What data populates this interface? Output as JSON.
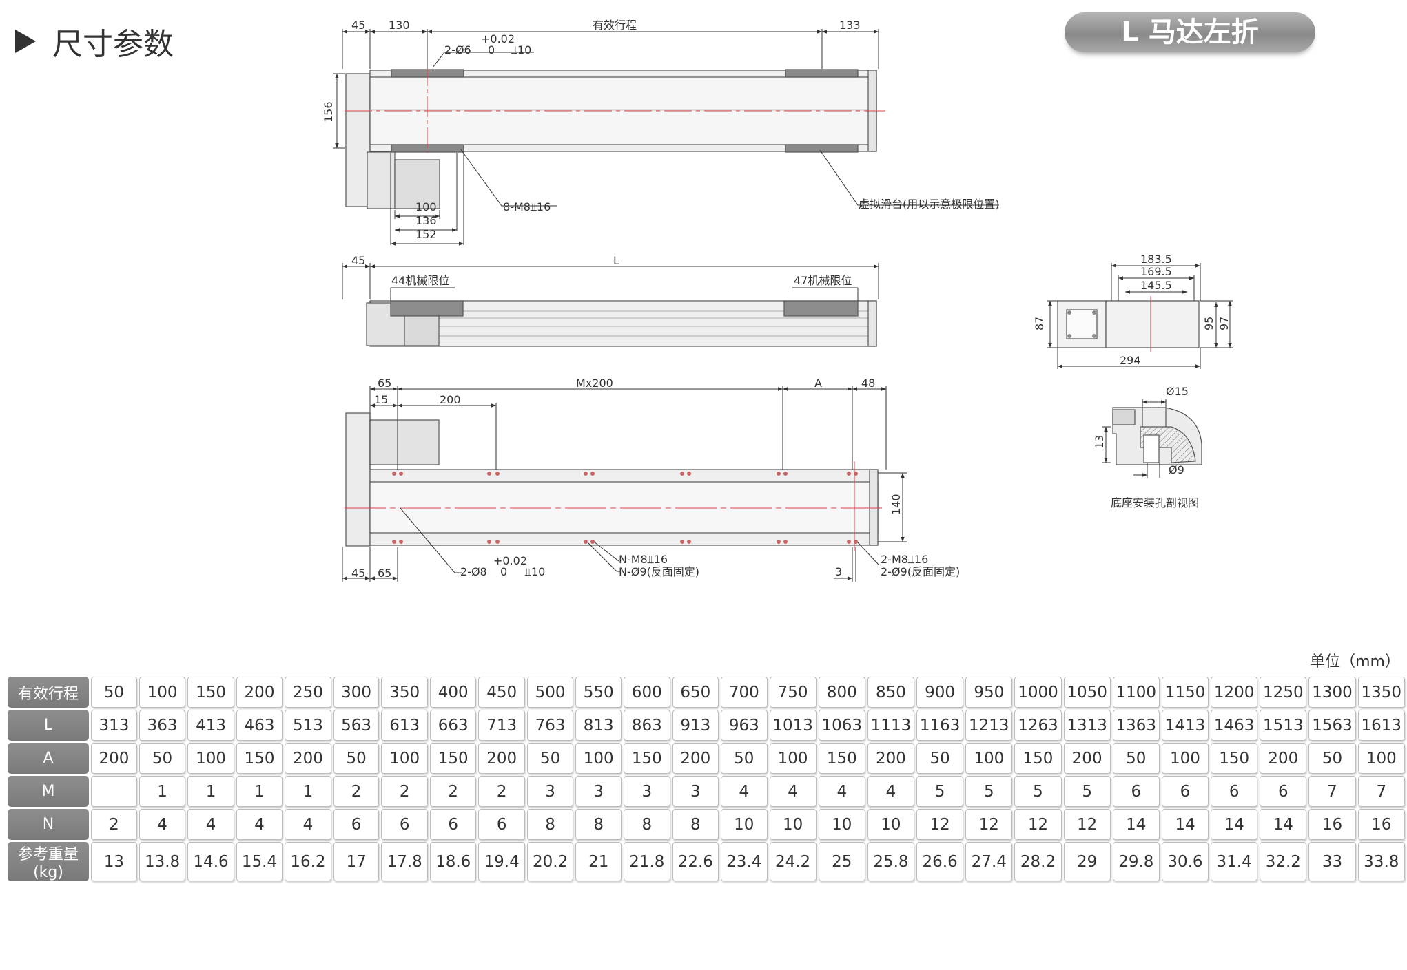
{
  "section": {
    "title": "尺寸参数",
    "arrow_icon": "play-triangle-icon"
  },
  "variant": "L 马达左折",
  "drawing": {
    "top_view": {
      "dims": {
        "d45": "45",
        "d130": "130",
        "stroke": "有效行程",
        "d133": "133",
        "d156": "156",
        "d100": "100",
        "d136": "136",
        "d152": "152"
      },
      "callouts": {
        "tol_plus": "+0.02",
        "pin_holes": "2-Ø6",
        "tol_zero": "0",
        "pin_depth": "⫫10",
        "tap_holes": "8-M8⫫16",
        "virtual_slide": "虚拟滑台(用以示意极限位置)"
      }
    },
    "side_view": {
      "dims": {
        "d45": "45",
        "L": "L"
      },
      "callouts": {
        "limit_left": "44机械限位",
        "limit_right": "47机械限位"
      }
    },
    "bottom_view": {
      "dims": {
        "d65": "65",
        "d15": "15",
        "d200": "200",
        "mx200": "Mx200",
        "A": "A",
        "d48": "48",
        "d140": "140",
        "d45b": "45",
        "d65b": "65",
        "d3": "3"
      },
      "callouts": {
        "tol_plus": "+0.02",
        "pin_holes": "2-Ø8",
        "tol_zero": "0",
        "pin_depth": "⫫10",
        "n_tap": "N-M8⫫16",
        "n_hole": "N-Ø9(反面固定)",
        "end_tap": "2-M8⫫16",
        "end_hole": "2-Ø9(反面固定)"
      }
    },
    "end_view": {
      "dims": {
        "d183": "183.5",
        "d169": "169.5",
        "d145": "145.5",
        "d87": "87",
        "d95": "95",
        "d97": "97",
        "d294": "294"
      }
    },
    "section_view": {
      "dims": {
        "d15": "Ø15",
        "d13": "13",
        "d9": "Ø9"
      },
      "caption": "底座安装孔剖视图"
    }
  },
  "table": {
    "unit": "单位（mm）",
    "rows": [
      {
        "label": "有效行程",
        "values": [
          "50",
          "100",
          "150",
          "200",
          "250",
          "300",
          "350",
          "400",
          "450",
          "500",
          "550",
          "600",
          "650",
          "700",
          "750",
          "800",
          "850",
          "900",
          "950",
          "1000",
          "1050",
          "1100",
          "1150",
          "1200",
          "1250",
          "1300",
          "1350"
        ]
      },
      {
        "label": "L",
        "values": [
          "313",
          "363",
          "413",
          "463",
          "513",
          "563",
          "613",
          "663",
          "713",
          "763",
          "813",
          "863",
          "913",
          "963",
          "1013",
          "1063",
          "1113",
          "1163",
          "1213",
          "1263",
          "1313",
          "1363",
          "1413",
          "1463",
          "1513",
          "1563",
          "1613"
        ]
      },
      {
        "label": "A",
        "values": [
          "200",
          "50",
          "100",
          "150",
          "200",
          "50",
          "100",
          "150",
          "200",
          "50",
          "100",
          "150",
          "200",
          "50",
          "100",
          "150",
          "200",
          "50",
          "100",
          "150",
          "200",
          "50",
          "100",
          "150",
          "200",
          "50",
          "100"
        ]
      },
      {
        "label": "M",
        "values": [
          "",
          "1",
          "1",
          "1",
          "1",
          "2",
          "2",
          "2",
          "2",
          "3",
          "3",
          "3",
          "3",
          "4",
          "4",
          "4",
          "4",
          "5",
          "5",
          "5",
          "5",
          "6",
          "6",
          "6",
          "6",
          "7",
          "7"
        ]
      },
      {
        "label": "N",
        "values": [
          "2",
          "4",
          "4",
          "4",
          "4",
          "6",
          "6",
          "6",
          "6",
          "8",
          "8",
          "8",
          "8",
          "10",
          "10",
          "10",
          "10",
          "12",
          "12",
          "12",
          "12",
          "14",
          "14",
          "14",
          "14",
          "16",
          "16"
        ]
      },
      {
        "label": "参考重量(kg)",
        "values": [
          "13",
          "13.8",
          "14.6",
          "15.4",
          "16.2",
          "17",
          "17.8",
          "18.6",
          "19.4",
          "20.2",
          "21",
          "21.8",
          "22.6",
          "23.4",
          "24.2",
          "25",
          "25.8",
          "26.6",
          "27.4",
          "28.2",
          "29",
          "29.8",
          "30.6",
          "31.4",
          "32.2",
          "33",
          "33.8"
        ]
      }
    ]
  }
}
